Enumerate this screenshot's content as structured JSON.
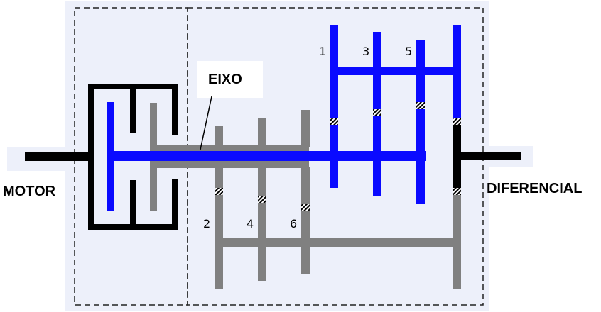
{
  "labels": {
    "motor": "MOTOR",
    "differential": "DIFERENCIAL",
    "shaft": "EIXO"
  },
  "gears": {
    "odd": [
      "1",
      "3",
      "5"
    ],
    "even": [
      "2",
      "4",
      "6"
    ]
  },
  "colors": {
    "odd_gears": "#0a0aff",
    "even_gears": "#808080",
    "input_shaft": "#000000",
    "panel_background": "#edf0fa",
    "panel_border": "#222222"
  }
}
